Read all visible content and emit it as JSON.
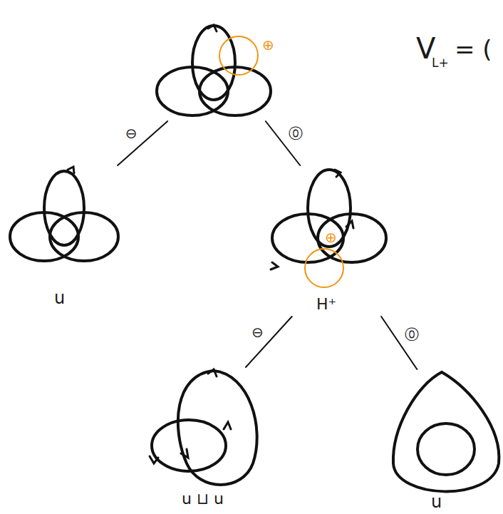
{
  "diagram": {
    "nodes": [
      {
        "text": [
          "⊕"
        ]
      },
      {
        "text": [
          "u"
        ]
      },
      {
        "text": [
          "⊕",
          "H⁺"
        ]
      },
      {
        "text": [
          "u ⊔ u"
        ]
      },
      {
        "text": [
          "u"
        ]
      }
    ],
    "edges": [
      {
        "from": 0,
        "to": 1,
        "label": "⊖",
        "arrow": "none"
      },
      {
        "from": 0,
        "to": 2,
        "label": "⓪",
        "arrow": "none"
      },
      {
        "from": 2,
        "to": 3,
        "label": "⊖",
        "arrow": "none"
      },
      {
        "from": 2,
        "to": 4,
        "label": "⓪",
        "arrow": "none"
      }
    ],
    "labels": [
      "V",
      "L+",
      "= ("
    ]
  }
}
